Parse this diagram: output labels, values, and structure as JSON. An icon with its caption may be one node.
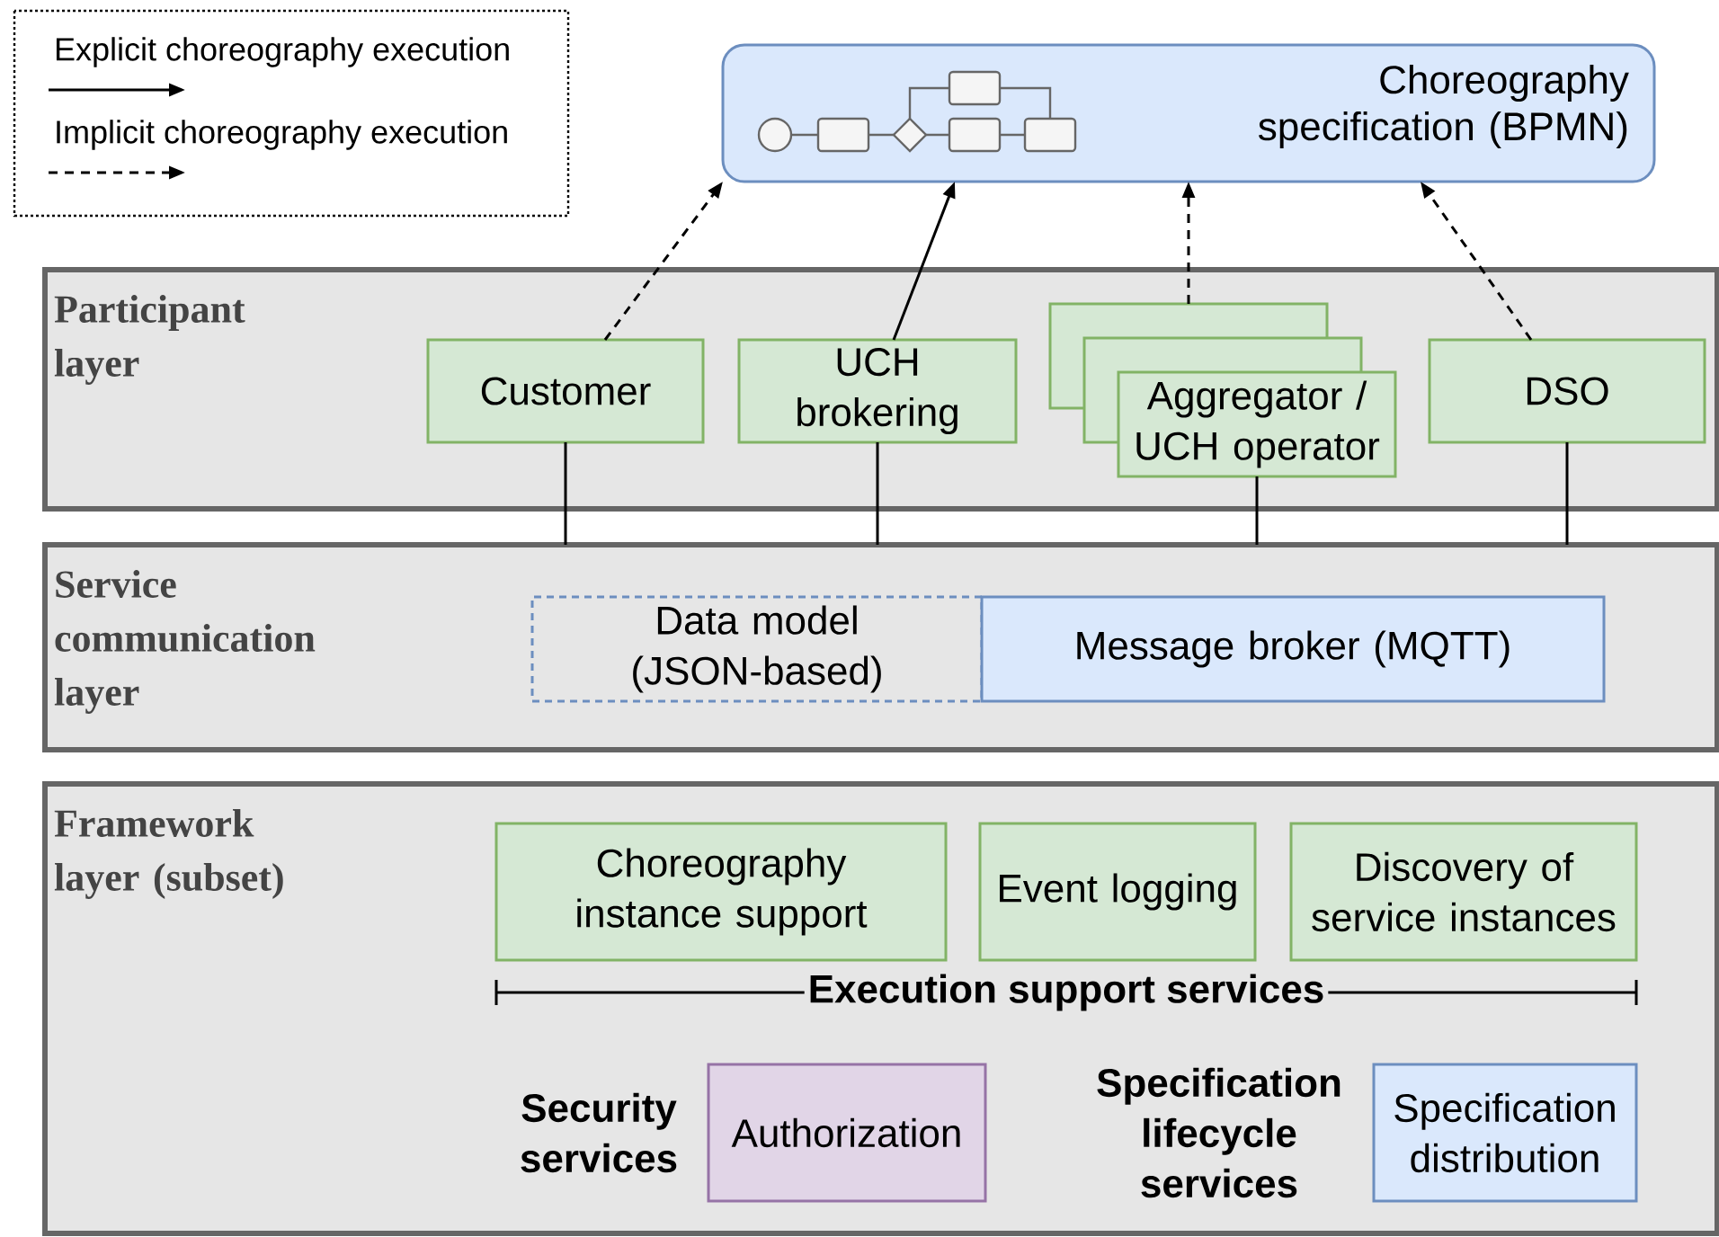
{
  "diagram": {
    "nodes": [
      {
        "text": [
          "Choreography specification (BPMN)"
        ]
      },
      {
        "text": [
          "Participant layer"
        ]
      },
      {
        "text": [
          "Customer"
        ],
        "in": 1
      },
      {
        "text": [
          "UCH brokering"
        ],
        "in": 1
      },
      {
        "text": [
          "Aggregator / UCH operator"
        ],
        "in": 1
      },
      {
        "text": [
          "DSO"
        ],
        "in": 1
      },
      {
        "text": [
          "Service communication layer"
        ]
      },
      {
        "text": [
          "Data model (JSON-based)"
        ],
        "in": 6
      },
      {
        "text": [
          "Message broker (MQTT)"
        ],
        "in": 6
      },
      {
        "text": [
          "Framework layer (subset)"
        ]
      },
      {
        "text": [
          "Choreography instance support"
        ],
        "in": 9
      },
      {
        "text": [
          "Event logging"
        ],
        "in": 9
      },
      {
        "text": [
          "Discovery of service instances"
        ],
        "in": 9
      },
      {
        "text": [
          "Authorization"
        ],
        "in": 9,
        "beside": [
          "Security services"
        ]
      },
      {
        "text": [
          "Specification distribution"
        ],
        "in": 9,
        "beside": [
          "Specification lifecycle services"
        ]
      }
    ],
    "edges": [
      {
        "from": 2,
        "to": 0,
        "arrow": "to",
        "style": "dashed"
      },
      {
        "from": 3,
        "to": 0,
        "arrow": "to"
      },
      {
        "from": 4,
        "to": 0,
        "arrow": "to",
        "style": "dashed"
      },
      {
        "from": 5,
        "to": 0,
        "arrow": "to",
        "style": "dashed"
      },
      {
        "from": 2,
        "to": 6,
        "arrow": "none"
      },
      {
        "from": 3,
        "to": 6,
        "arrow": "none"
      },
      {
        "from": 4,
        "to": 6,
        "arrow": "none"
      },
      {
        "from": 5,
        "to": 6,
        "arrow": "none"
      }
    ],
    "labels": [
      "Execution support services"
    ],
    "legend": [
      {
        "text": "Explicit choreography execution"
      },
      {
        "text": "Implicit choreography execution"
      }
    ]
  }
}
